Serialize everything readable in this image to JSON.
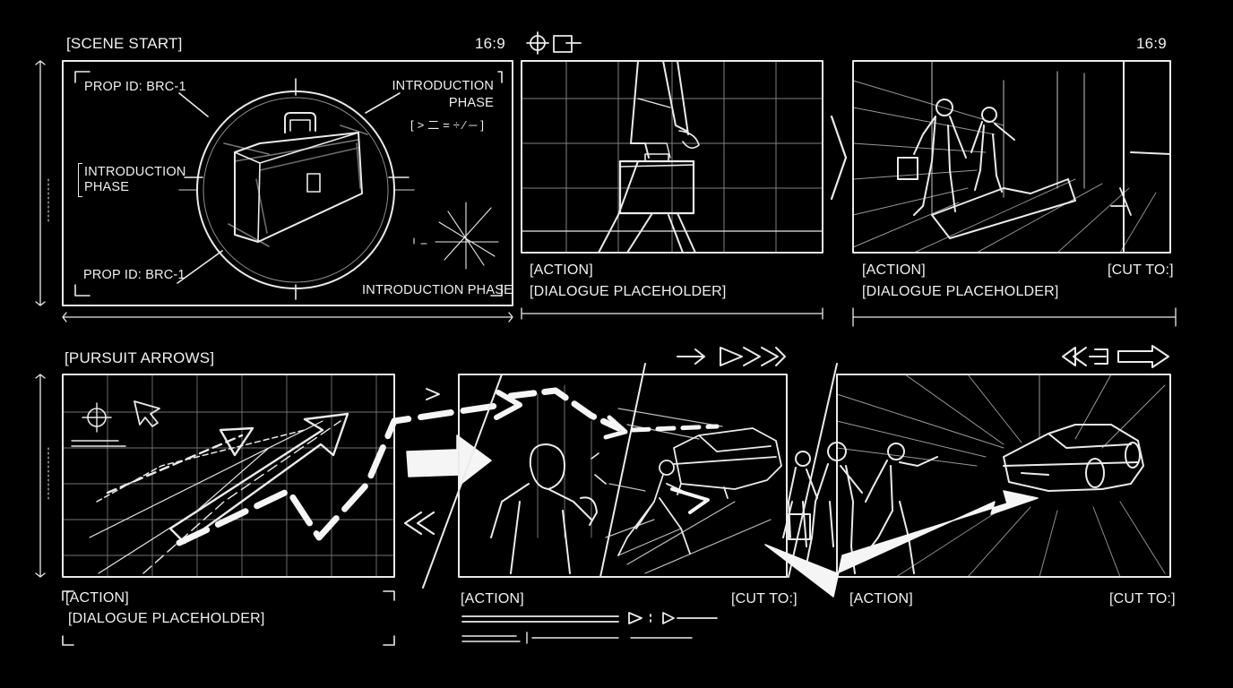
{
  "row1": {
    "heading": "[SCENE START]",
    "aspect_left": "16:9",
    "aspect_right": "16:9",
    "panel1": {
      "prop_id_top": "PROP ID: BRC-1",
      "prop_id_bottom": "PROP ID: BRC-1",
      "intro_top_line1": "INTRODUCTION",
      "intro_top_line2": "PHASE",
      "intro_left_line1": "INTRODUCTION",
      "intro_left_line2": "PHASE",
      "intro_bottom": "INTRODUCTION PHASE",
      "glyph_row": "[ > ⼆ = ÷ ⁄ ─ ]"
    },
    "panel2": {
      "action": "[ACTION]",
      "dialogue": "[DIALOGUE PLACEHOLDER]"
    },
    "panel3": {
      "action": "[ACTION]",
      "dialogue": "[DIALOGUE PLACEHOLDER]",
      "cut": "[CUT TO:]"
    }
  },
  "row2": {
    "heading": "[PURSUIT ARROWS]",
    "panel1": {
      "action": "[ACTION]",
      "dialogue": "[DIALOGUE PLACEHOLDER]"
    },
    "panel2": {
      "action": "[ACTION]",
      "cut": "[CUT TO:]"
    },
    "panel3": {
      "action": "[ACTION]",
      "cut": "[CUT TO:]"
    }
  },
  "icons": [
    "crosshair-icon",
    "frame-icon",
    "fast-forward-arrows-icon",
    "rewind-icon",
    "play-icon"
  ],
  "colors": {
    "background": "#000000",
    "ink": "#f2f2f2"
  }
}
